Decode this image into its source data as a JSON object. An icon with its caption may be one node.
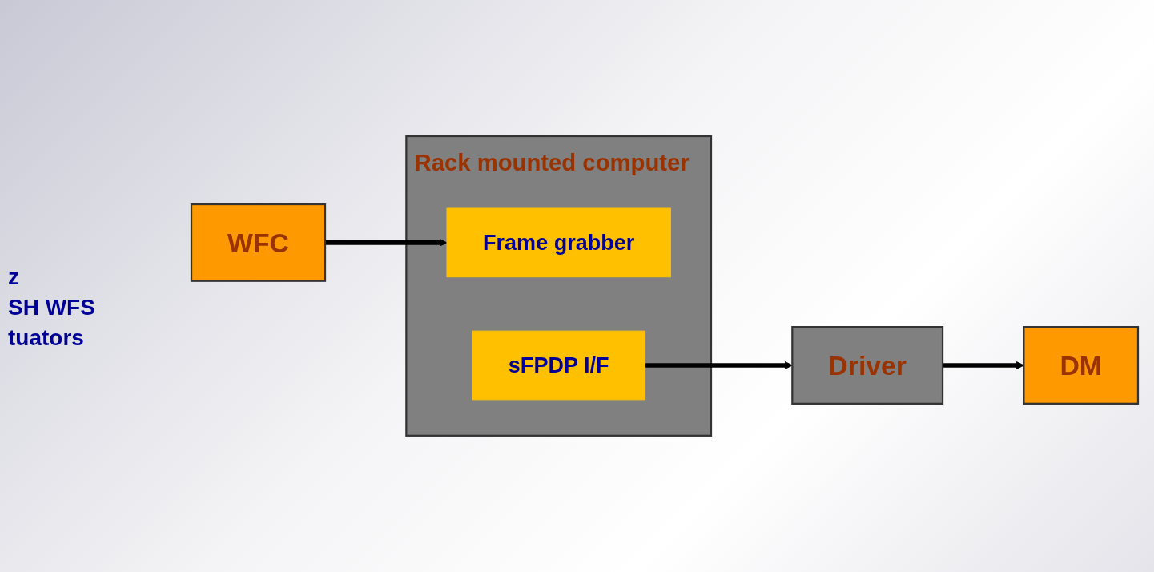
{
  "diagram": {
    "nodes": [
      {
        "text": [
          "WFC"
        ]
      },
      {
        "text": [
          "Driver"
        ]
      },
      {
        "text": [
          "DM"
        ]
      },
      {
        "text": [
          "Rack mounted computer"
        ]
      },
      {
        "text": [
          "Frame grabber"
        ],
        "in": 3
      },
      {
        "text": [
          "sFPDP I/F"
        ],
        "in": 3
      }
    ],
    "edges": [
      {
        "from": 0,
        "to": 4,
        "arrow": "to"
      },
      {
        "from": 5,
        "to": 1,
        "arrow": "to"
      },
      {
        "from": 1,
        "to": 2,
        "arrow": "to"
      }
    ],
    "labels": [
      "z",
      "SH WFS",
      "tuators"
    ]
  }
}
